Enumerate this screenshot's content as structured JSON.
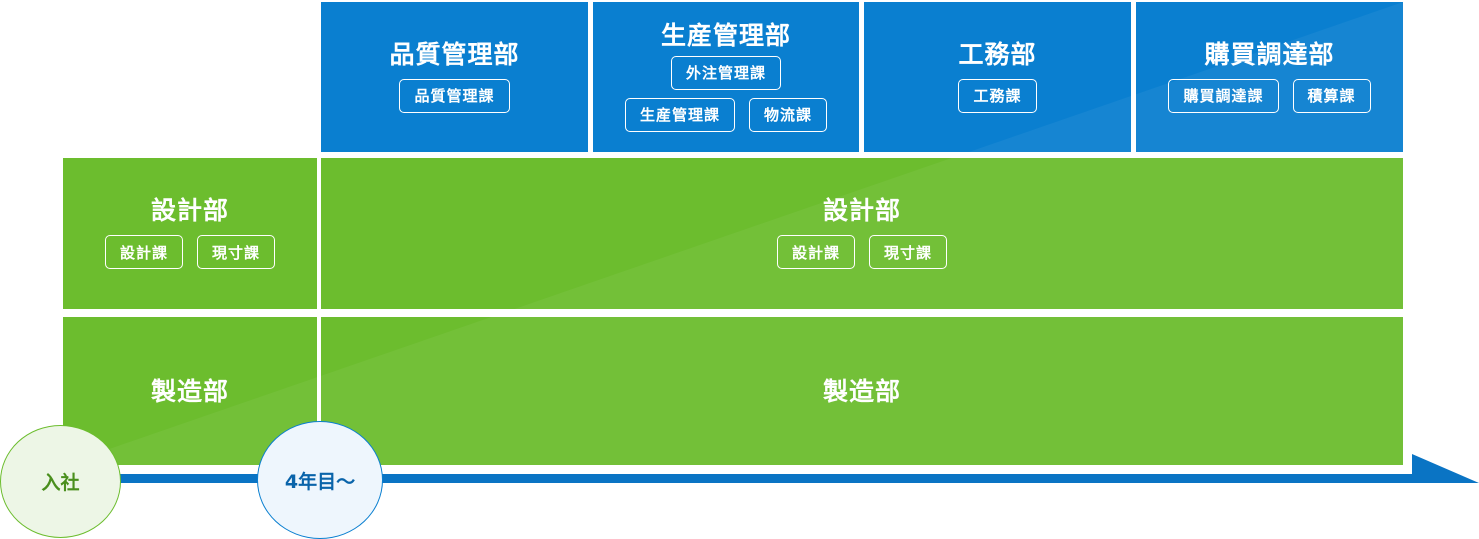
{
  "departments_top": [
    {
      "title": "品質管理部",
      "sections_row1": [
        "品質管理課"
      ],
      "sections_row2": []
    },
    {
      "title": "生産管理部",
      "sections_row1": [
        "外注管理課"
      ],
      "sections_row2": [
        "生産管理課",
        "物流課"
      ]
    },
    {
      "title": "工務部",
      "sections_row1": [
        "工務課"
      ],
      "sections_row2": []
    },
    {
      "title": "購買調達部",
      "sections_row1": [
        "購買調達課",
        "積算課"
      ],
      "sections_row2": []
    }
  ],
  "design_initial": {
    "title": "設計部",
    "sections": [
      "設計課",
      "現寸課"
    ]
  },
  "design_later": {
    "title": "設計部",
    "sections": [
      "設計課",
      "現寸課"
    ]
  },
  "manufacturing_initial": {
    "title": "製造部"
  },
  "manufacturing_later": {
    "title": "製造部"
  },
  "timeline": {
    "join_label": "入社",
    "year_label": "4年目～"
  },
  "colors": {
    "blue": "#0a7fd0",
    "green": "#6cbd2e",
    "arrow": "#0a74c4"
  }
}
